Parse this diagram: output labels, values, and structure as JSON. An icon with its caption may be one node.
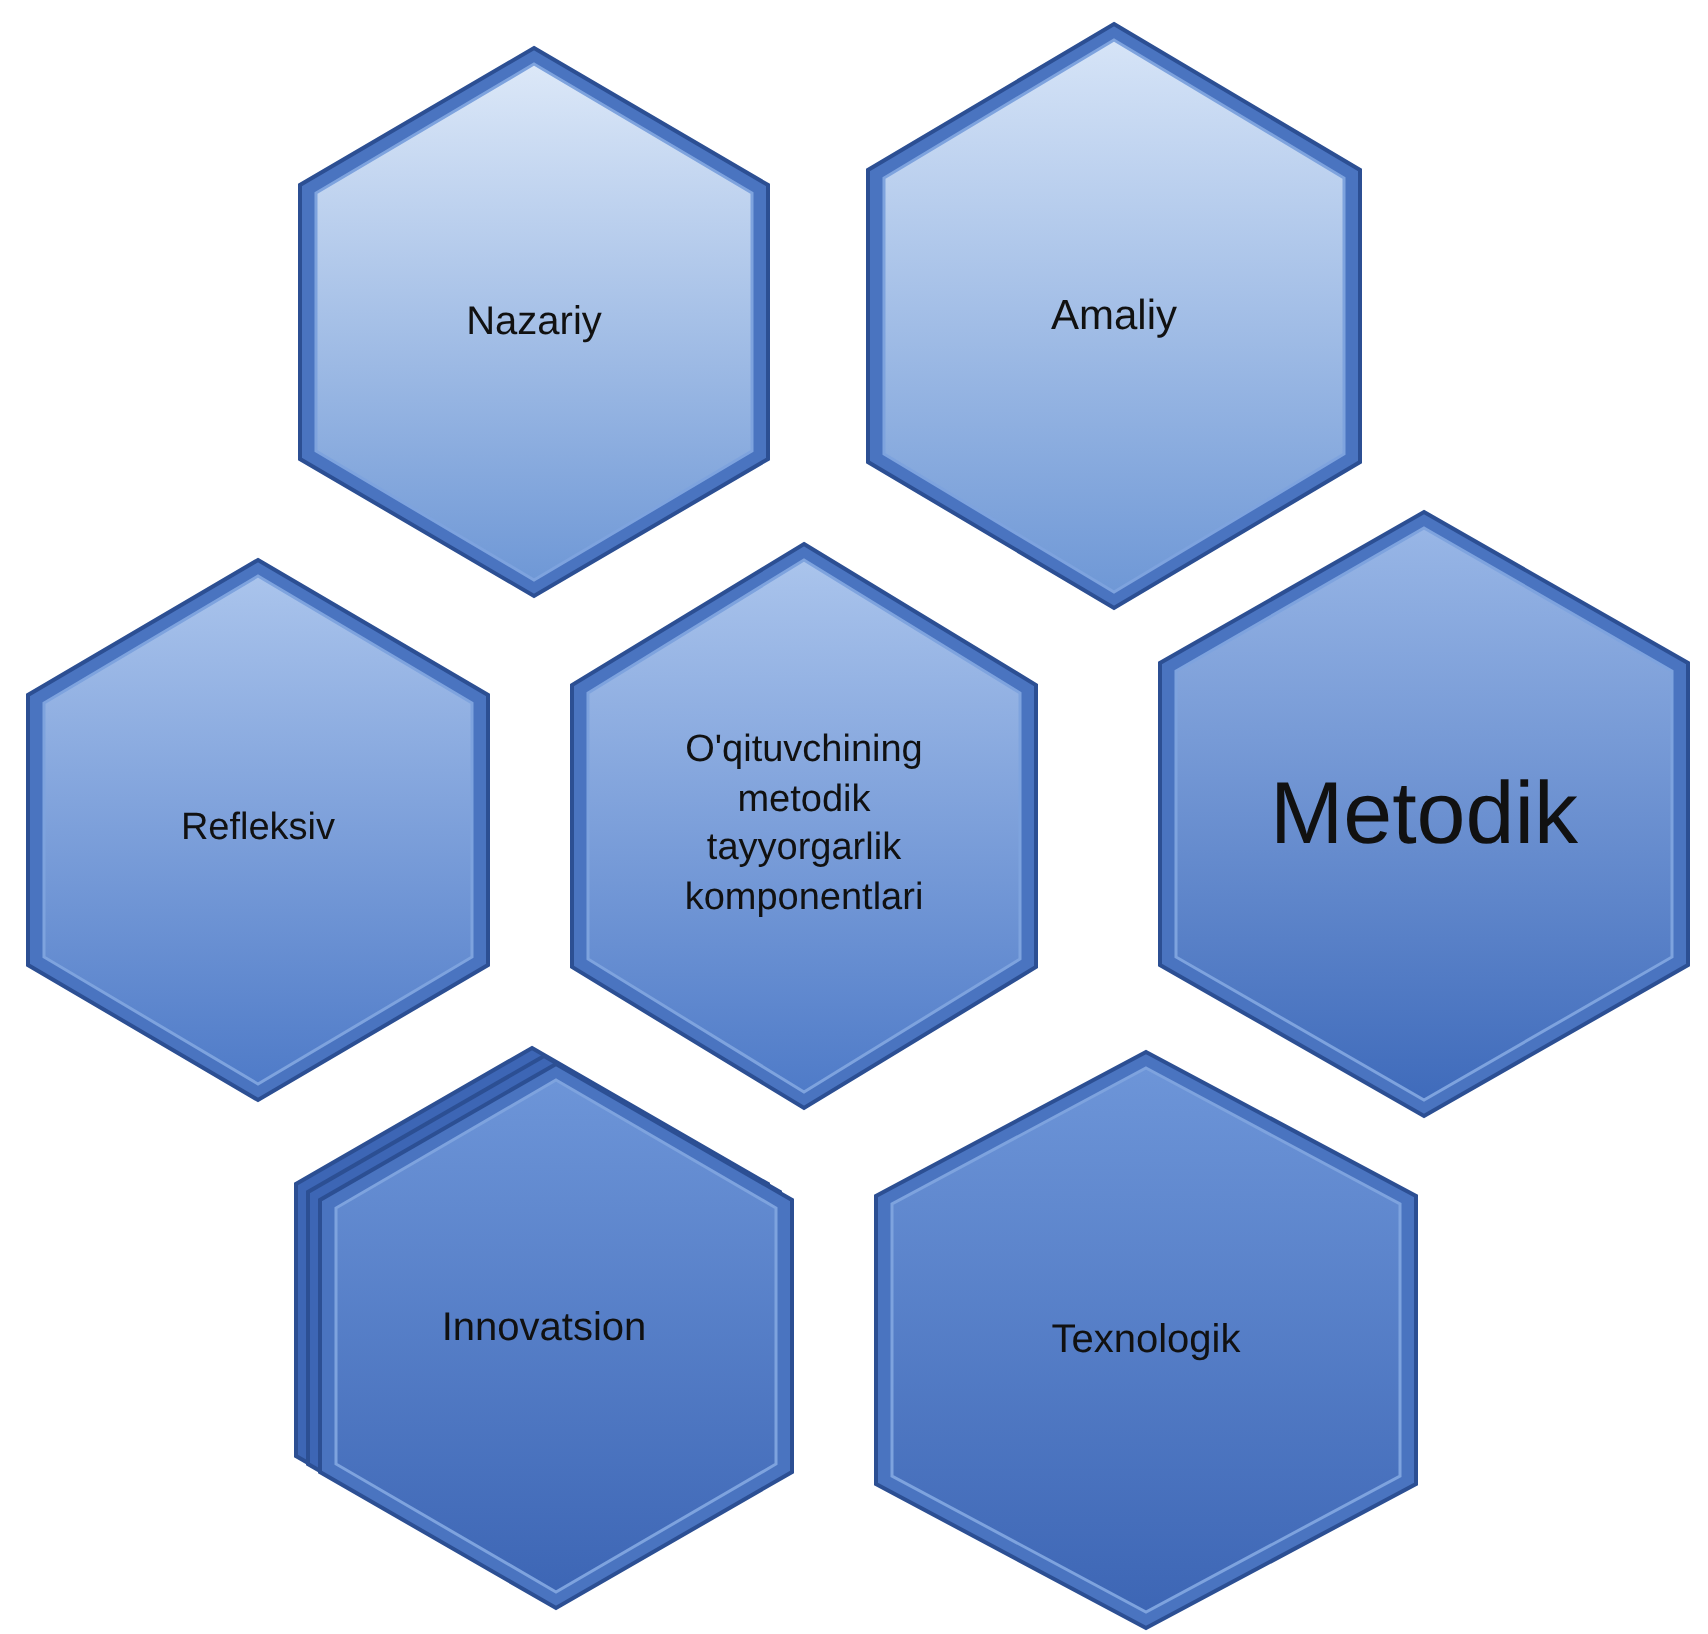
{
  "diagram": {
    "nodes": [
      {
        "text": [
          "Nazariy"
        ]
      },
      {
        "text": [
          "Amaliy"
        ]
      },
      {
        "text": [
          "Refleksiv"
        ]
      },
      {
        "text": [
          "O'qituvchining metodik tayyorgarlik komponentlari"
        ]
      },
      {
        "text": [
          "Metodik"
        ]
      },
      {
        "text": [
          "Innovatsion"
        ]
      },
      {
        "text": [
          "Texnologik"
        ]
      }
    ]
  }
}
